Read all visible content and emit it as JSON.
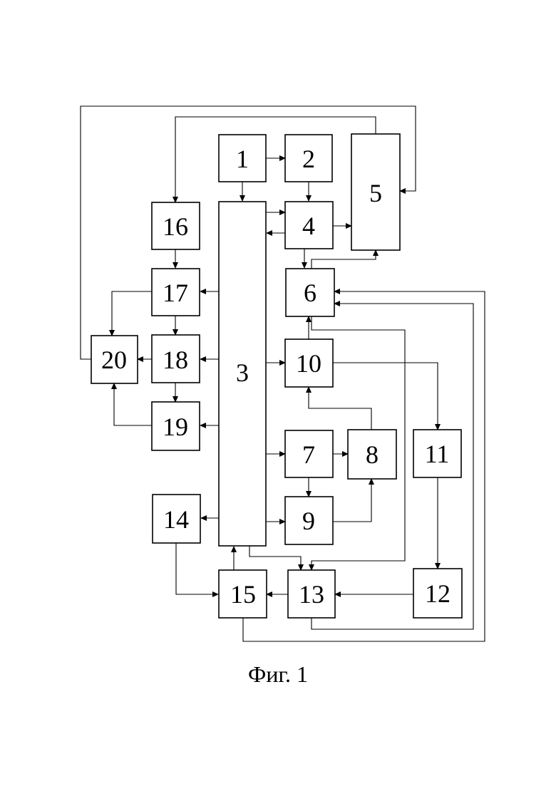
{
  "figure": {
    "caption": "Фиг. 1"
  },
  "blocks": [
    {
      "id": "1",
      "label": "1"
    },
    {
      "id": "2",
      "label": "2"
    },
    {
      "id": "3",
      "label": "3"
    },
    {
      "id": "4",
      "label": "4"
    },
    {
      "id": "5",
      "label": "5"
    },
    {
      "id": "6",
      "label": "6"
    },
    {
      "id": "7",
      "label": "7"
    },
    {
      "id": "8",
      "label": "8"
    },
    {
      "id": "9",
      "label": "9"
    },
    {
      "id": "10",
      "label": "10"
    },
    {
      "id": "11",
      "label": "11"
    },
    {
      "id": "12",
      "label": "12"
    },
    {
      "id": "13",
      "label": "13"
    },
    {
      "id": "14",
      "label": "14"
    },
    {
      "id": "15",
      "label": "15"
    },
    {
      "id": "16",
      "label": "16"
    },
    {
      "id": "17",
      "label": "17"
    },
    {
      "id": "18",
      "label": "18"
    },
    {
      "id": "19",
      "label": "19"
    },
    {
      "id": "20",
      "label": "20"
    }
  ],
  "connections": [
    {
      "from": "1",
      "to": "2"
    },
    {
      "from": "1",
      "to": "3"
    },
    {
      "from": "2",
      "to": "4"
    },
    {
      "from": "3",
      "to": "4"
    },
    {
      "from": "4",
      "to": "3"
    },
    {
      "from": "4",
      "to": "5"
    },
    {
      "from": "4",
      "to": "6"
    },
    {
      "from": "6",
      "to": "5"
    },
    {
      "from": "5",
      "to": "16"
    },
    {
      "from": "20",
      "to": "5"
    },
    {
      "from": "16",
      "to": "17"
    },
    {
      "from": "3",
      "to": "17"
    },
    {
      "from": "17",
      "to": "18"
    },
    {
      "from": "17",
      "to": "20"
    },
    {
      "from": "3",
      "to": "18"
    },
    {
      "from": "18",
      "to": "20"
    },
    {
      "from": "18",
      "to": "19"
    },
    {
      "from": "3",
      "to": "19"
    },
    {
      "from": "19",
      "to": "20"
    },
    {
      "from": "3",
      "to": "10"
    },
    {
      "from": "10",
      "to": "6"
    },
    {
      "from": "8",
      "to": "10"
    },
    {
      "from": "10",
      "to": "11"
    },
    {
      "from": "3",
      "to": "7"
    },
    {
      "from": "7",
      "to": "8"
    },
    {
      "from": "7",
      "to": "9"
    },
    {
      "from": "3",
      "to": "9"
    },
    {
      "from": "9",
      "to": "8"
    },
    {
      "from": "3",
      "to": "14"
    },
    {
      "from": "14",
      "to": "15"
    },
    {
      "from": "15",
      "to": "3"
    },
    {
      "from": "3",
      "to": "13"
    },
    {
      "from": "6",
      "to": "13"
    },
    {
      "from": "13",
      "to": "15"
    },
    {
      "from": "12",
      "to": "13"
    },
    {
      "from": "11",
      "to": "12"
    },
    {
      "from": "13",
      "to": "6"
    },
    {
      "from": "15",
      "to": "6"
    }
  ]
}
